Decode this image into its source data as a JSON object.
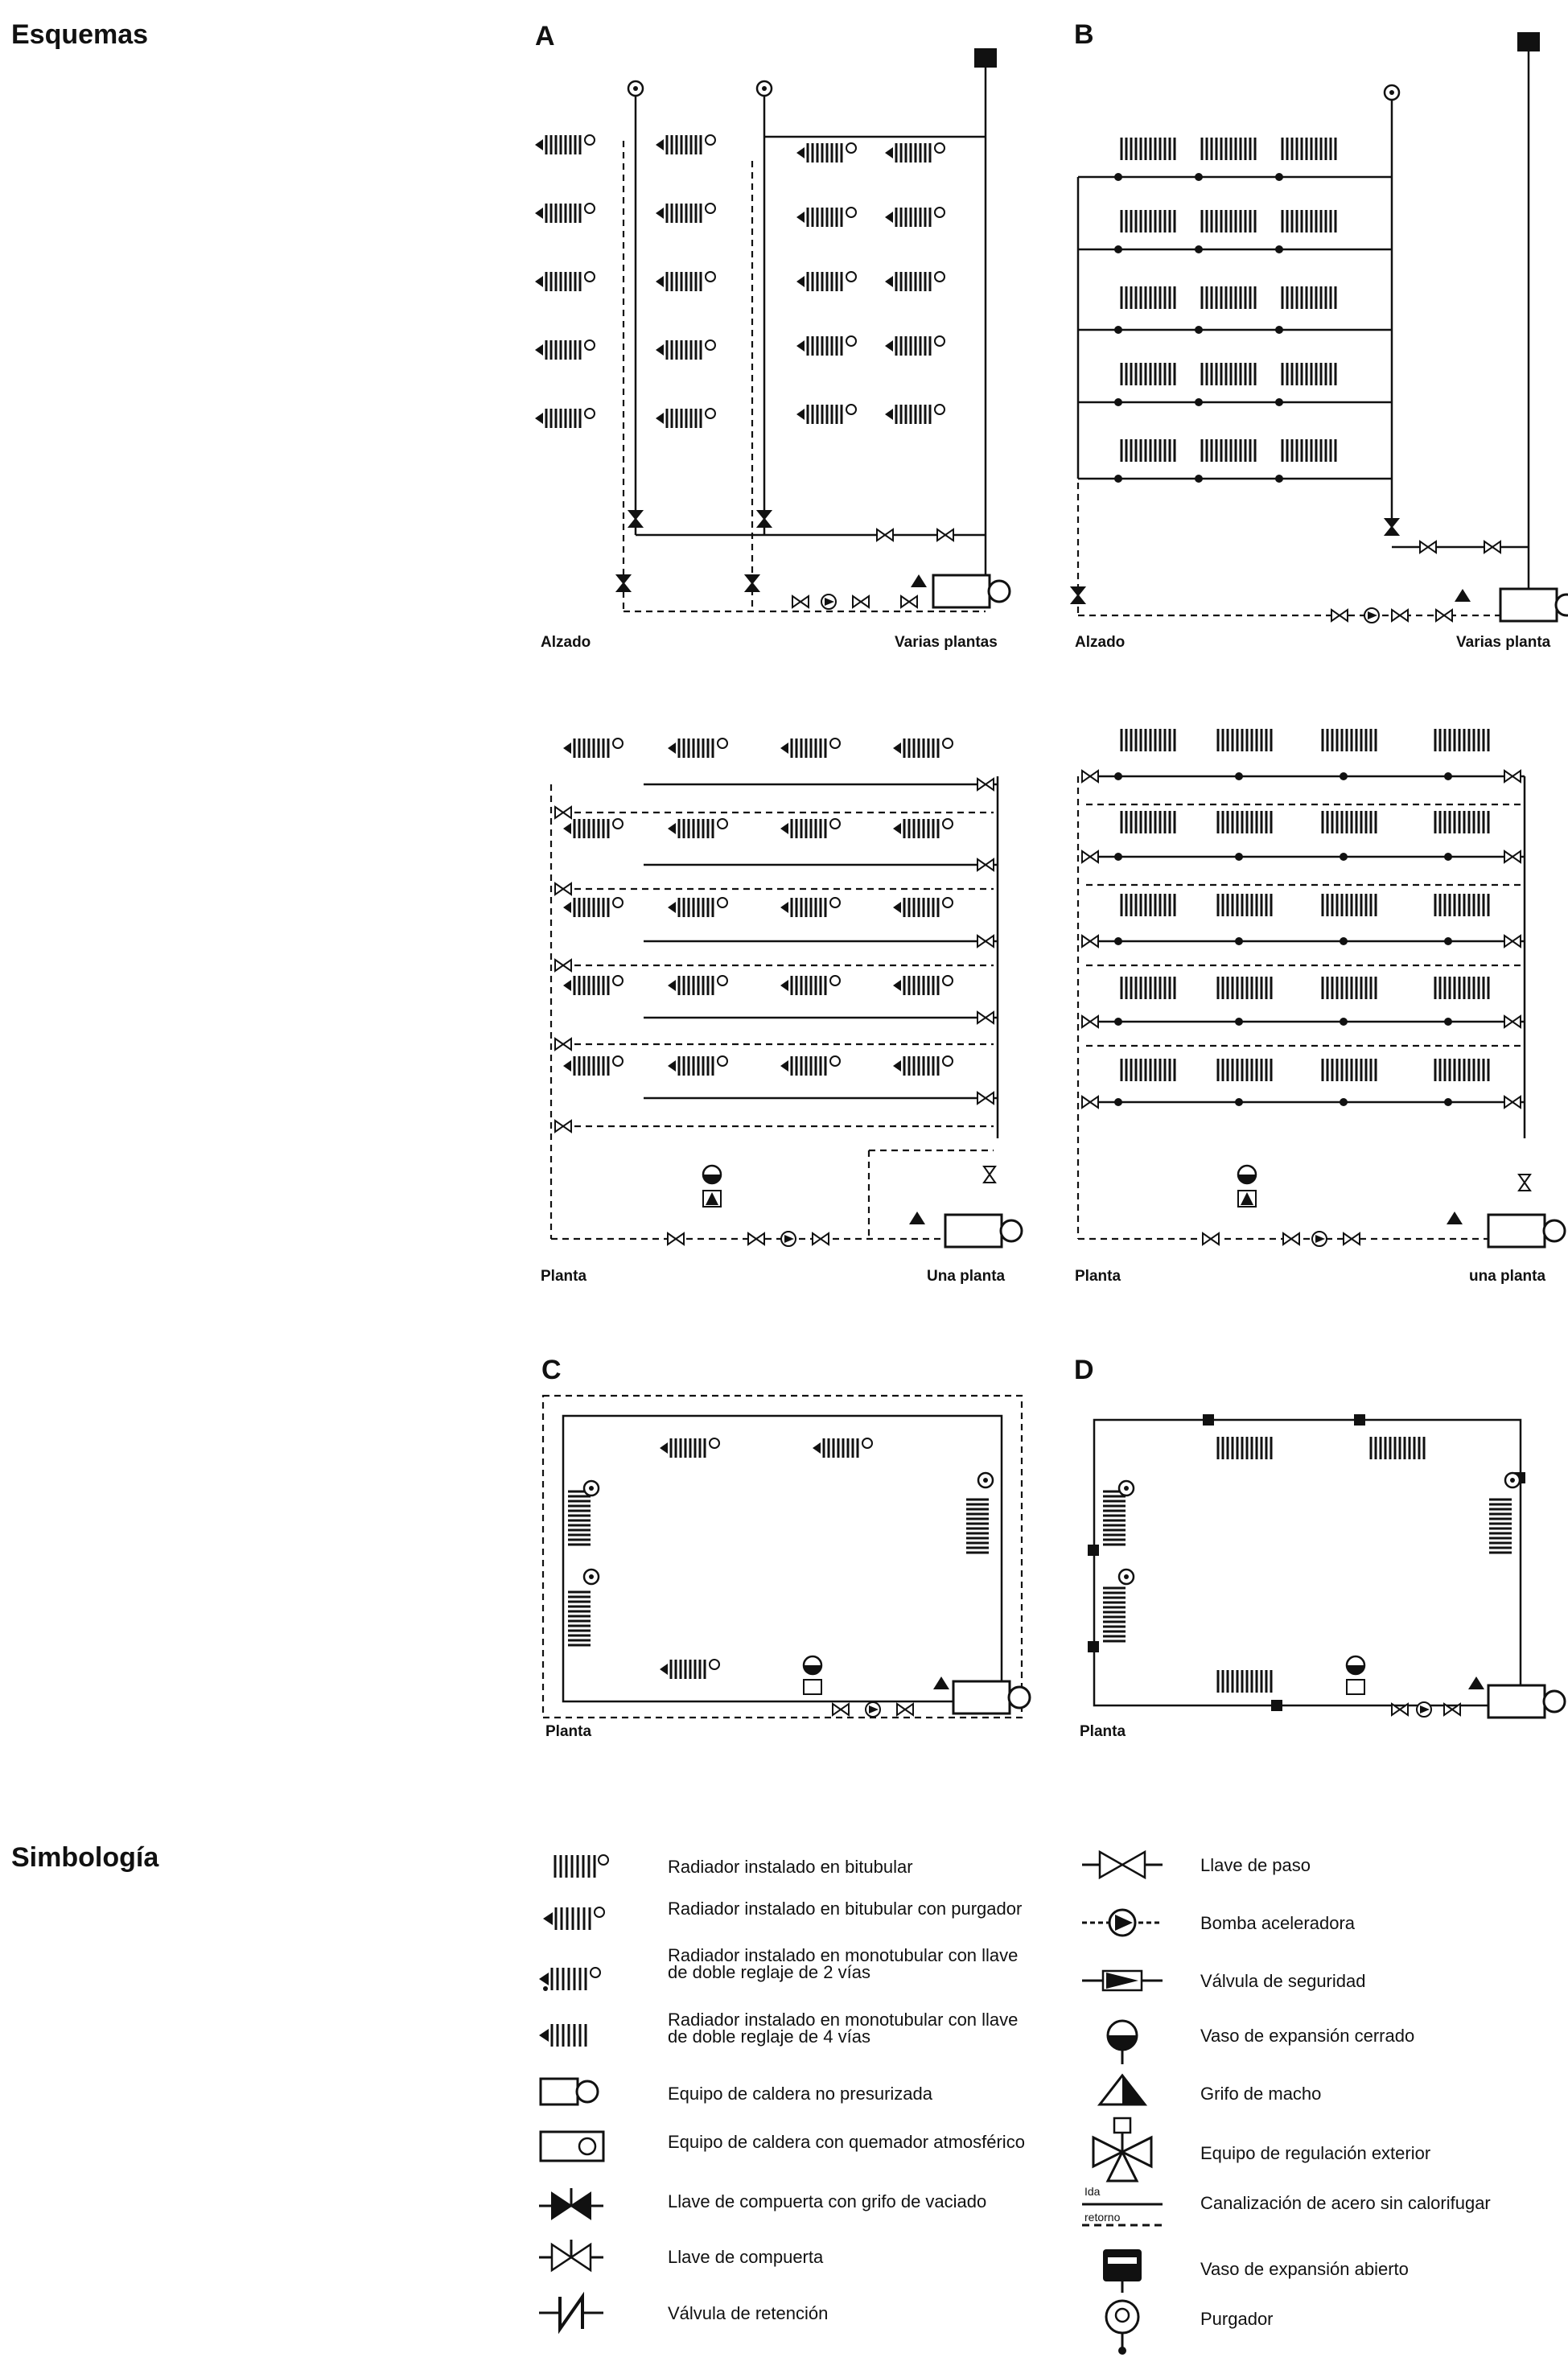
{
  "headings": {
    "schemes": "Esquemas",
    "symbology": "Simbología"
  },
  "panels": {
    "a": "A",
    "b": "B",
    "c": "C",
    "d": "D"
  },
  "captions": {
    "a_left": "Alzado",
    "a_right": "Varias plantas",
    "b_left": "Alzado",
    "b_right": "Varias planta",
    "pa_left": "Planta",
    "pa_right": "Una planta",
    "pb_left": "Planta",
    "pb_right": "una planta",
    "c_left": "Planta",
    "d_left": "Planta"
  },
  "legend": {
    "left": [
      {
        "icon": "radiator-bitubular-icon",
        "label": "Radiador instalado en bitubular"
      },
      {
        "icon": "radiator-bitubular-purger-icon",
        "label": "Radiador instalado en bitubular con purgador"
      },
      {
        "icon": "radiator-monotubular-2way-icon",
        "label": "Radiador instalado en monotubular con llave de doble reglaje de 2 vías"
      },
      {
        "icon": "radiator-monotubular-4way-icon",
        "label": "Radiador instalado en monotubular con llave de doble reglaje de 4 vías"
      },
      {
        "icon": "boiler-unpressurized-icon",
        "label": "Equipo de caldera no presurizada"
      },
      {
        "icon": "boiler-atmospheric-burner-icon",
        "label": "Equipo de caldera con quemador atmosférico"
      },
      {
        "icon": "gate-valve-drain-icon",
        "label": "Llave de compuerta con grifo de vaciado"
      },
      {
        "icon": "gate-valve-icon",
        "label": "Llave de compuerta"
      },
      {
        "icon": "check-valve-icon",
        "label": "Válvula de retención"
      }
    ],
    "right": [
      {
        "icon": "stop-valve-icon",
        "label": "Llave de paso"
      },
      {
        "icon": "booster-pump-icon",
        "label": "Bomba aceleradora"
      },
      {
        "icon": "safety-valve-icon",
        "label": "Válvula de seguridad"
      },
      {
        "icon": "closed-expansion-vessel-icon",
        "label": "Vaso de expansión cerrado"
      },
      {
        "icon": "plug-cock-icon",
        "label": "Grifo de macho"
      },
      {
        "icon": "outdoor-regulation-icon",
        "label": "Equipo de regulación exterior"
      },
      {
        "icon": "steel-pipe-icon",
        "label": "Canalización de acero sin calorifugar",
        "flow": "Ida",
        "return": "retorno"
      },
      {
        "icon": "open-expansion-vessel-icon",
        "label": "Vaso de expansión abierto"
      },
      {
        "icon": "purger-icon",
        "label": "Purgador"
      }
    ]
  }
}
